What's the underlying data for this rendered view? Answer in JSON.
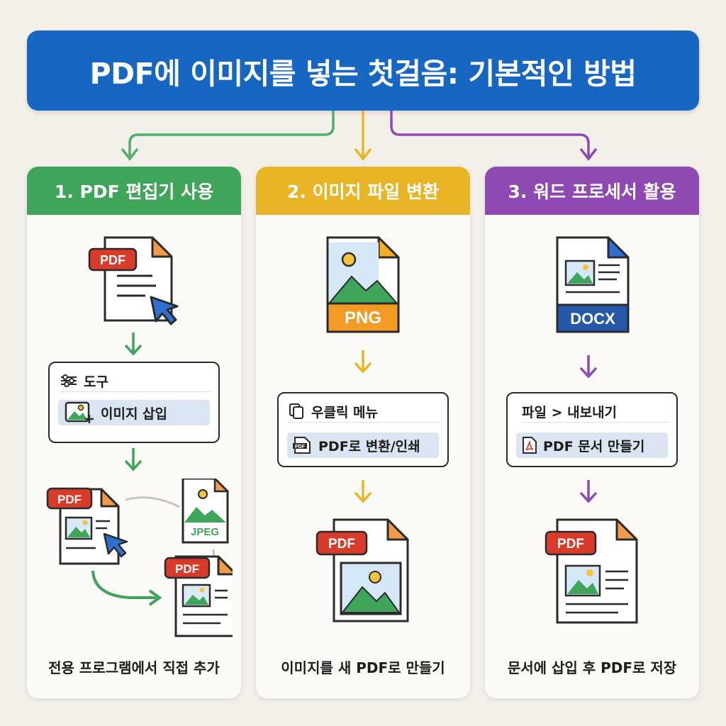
{
  "title": "PDF에 이미지를 넣는 첫걸음: 기본적인 방법",
  "colors": {
    "title_bg": "#1767c2",
    "green": "#3fa55b",
    "yellow": "#e9b425",
    "purple": "#8e4ab2",
    "red_badge": "#d93b2b"
  },
  "columns": [
    {
      "header": "1. PDF 편집기 사용",
      "menu": {
        "row1": "도구",
        "row2": "이미지 삽입"
      },
      "badges": {
        "top": "PDF",
        "left": "PDF",
        "jpeg": "JPEG",
        "result": "PDF"
      },
      "caption": "전용 프로그램에서 직접 추가"
    },
    {
      "header": "2. 이미지 파일 변환",
      "menu": {
        "row1": "우클릭 메뉴",
        "row2": "PDF로 변환/인쇄"
      },
      "badges": {
        "png": "PNG",
        "pdf_small": "PDF",
        "result": "PDF"
      },
      "caption": "이미지를 새 PDF로 만들기"
    },
    {
      "header": "3. 워드 프로세서 활용",
      "menu": {
        "row1": "파일 > 내보내기",
        "row2": "PDF 문서 만들기"
      },
      "badges": {
        "docx": "DOCX",
        "result": "PDF"
      },
      "caption": "문서에 삽입 후 PDF로 저장"
    }
  ]
}
